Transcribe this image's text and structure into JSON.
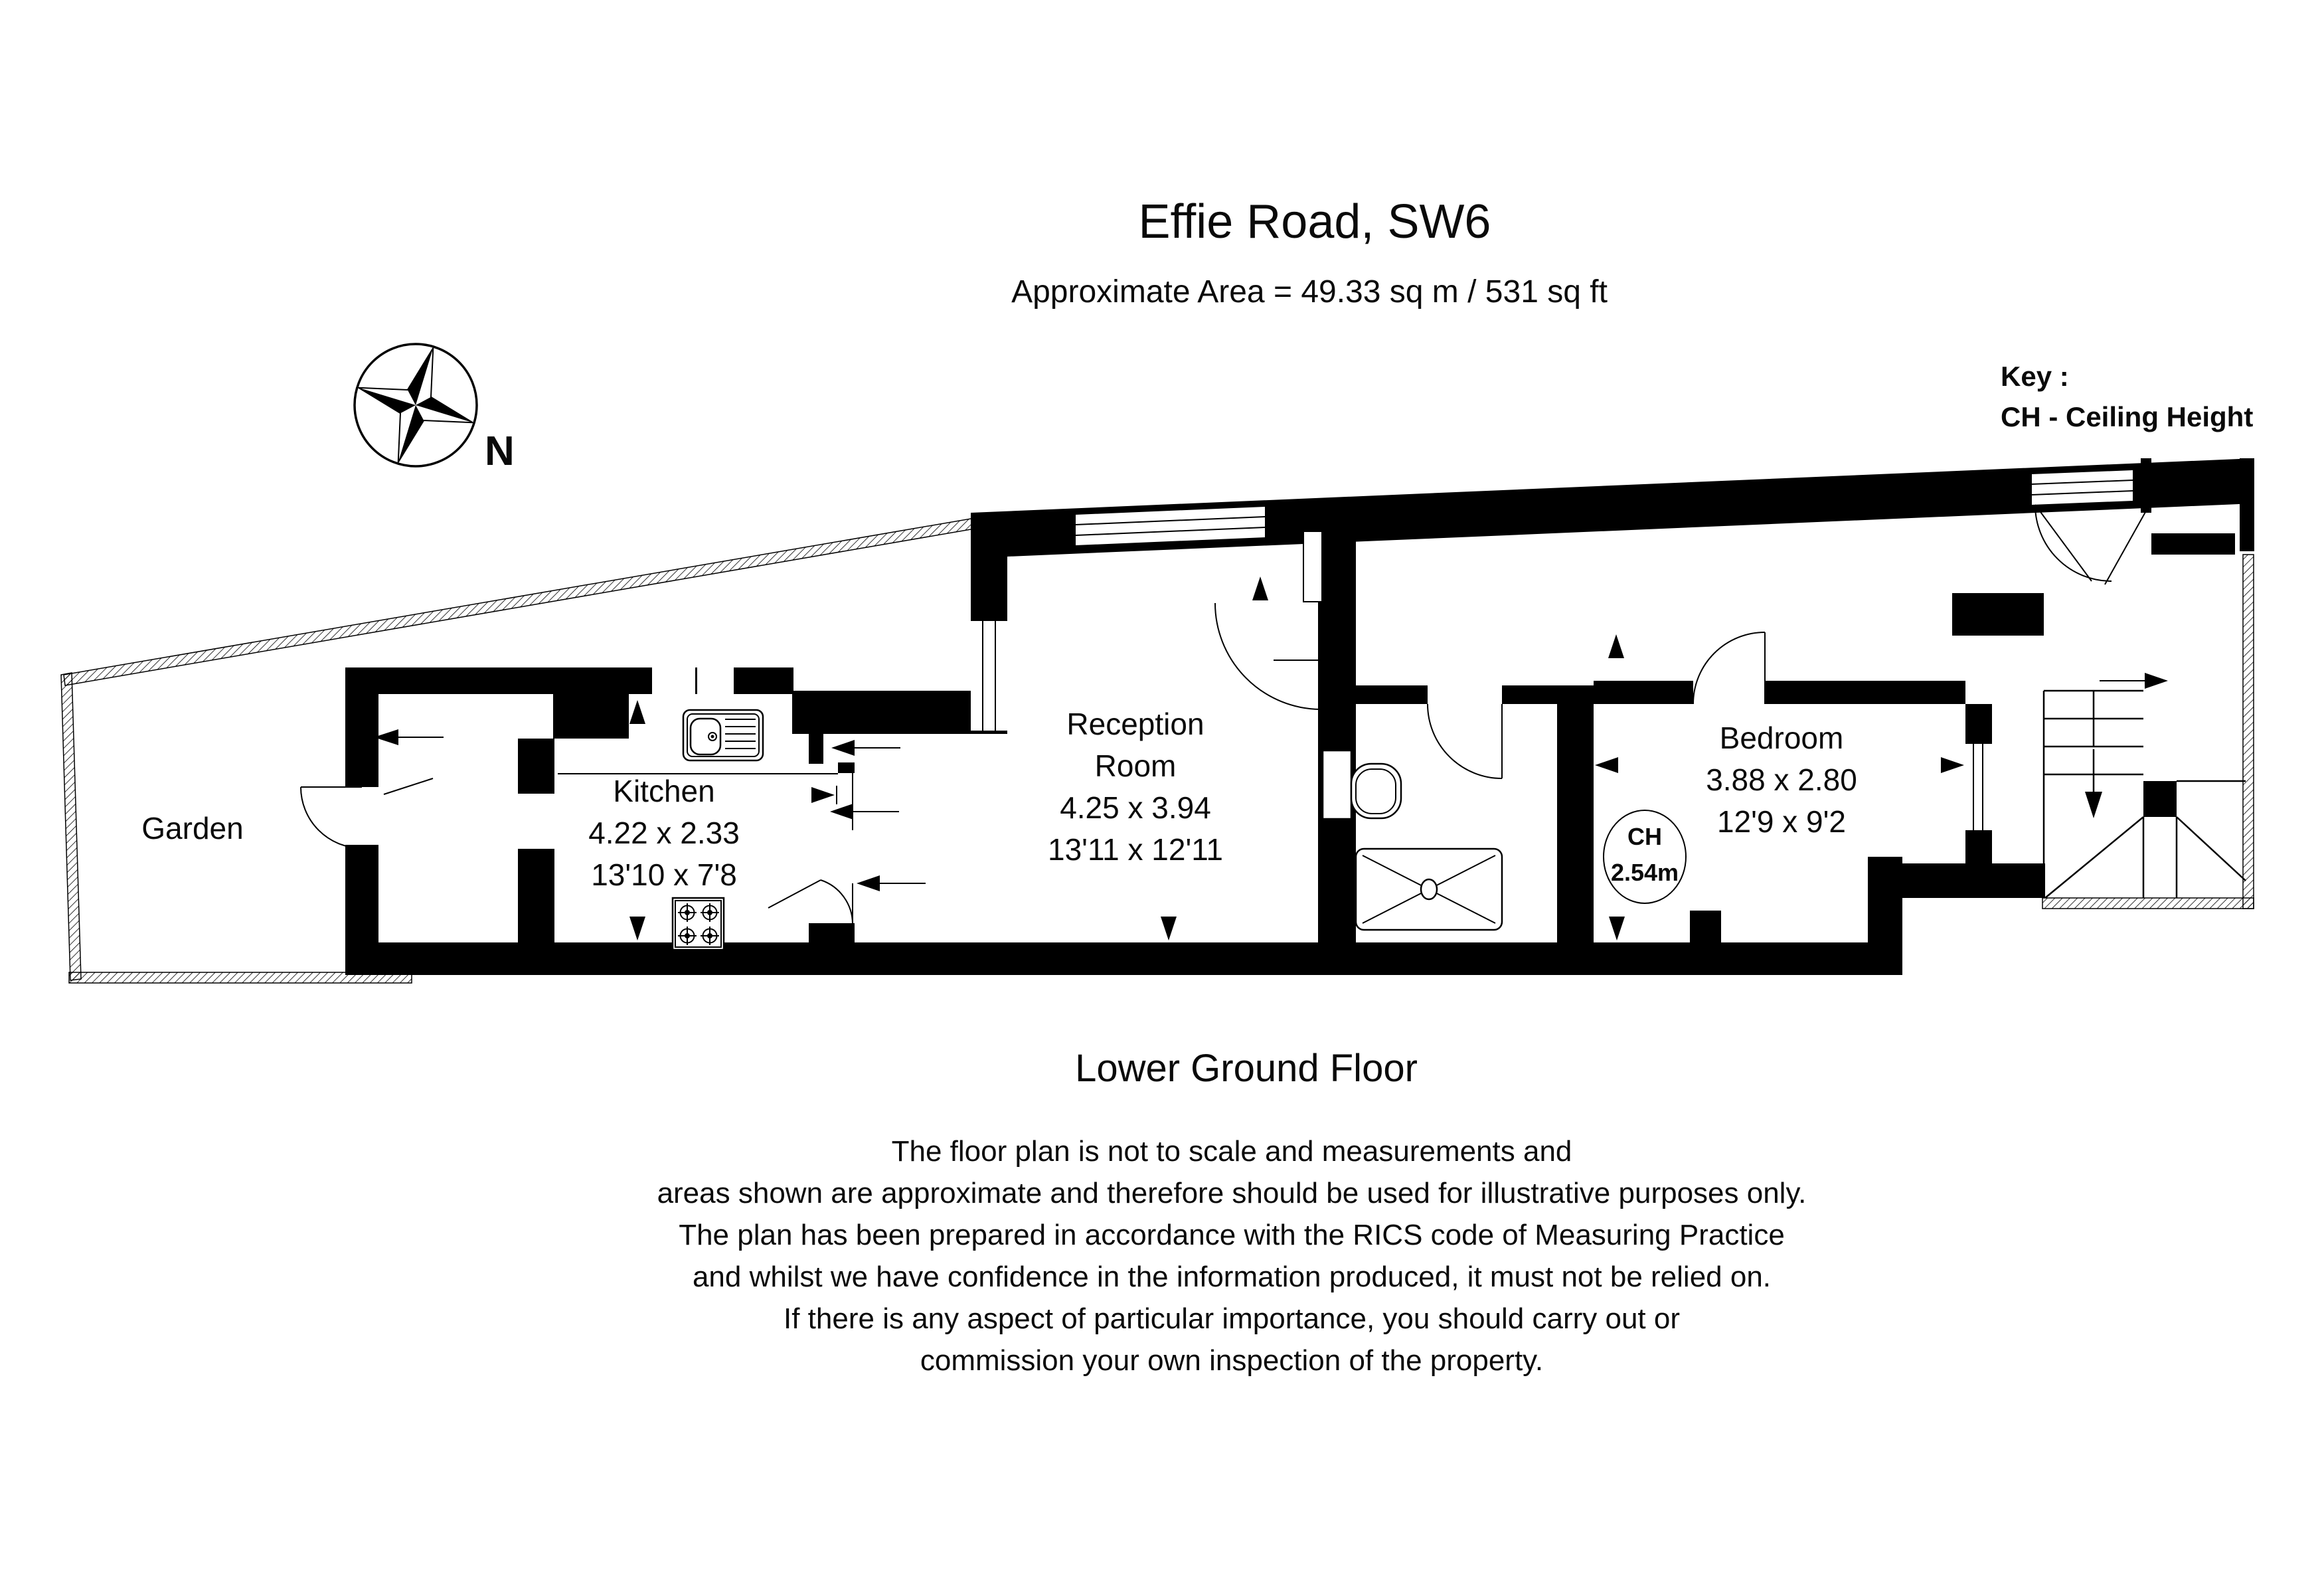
{
  "title": "Effie Road, SW6",
  "area_line": "Approximate Area =  49.33 sq m / 531 sq ft",
  "compass": {
    "north_label": "N"
  },
  "key": {
    "heading": "Key :",
    "ceiling_height": "CH - Ceiling Height"
  },
  "rooms": {
    "garden": {
      "name": "Garden"
    },
    "kitchen": {
      "name": "Kitchen",
      "metric": "4.22 x 2.33",
      "imperial": "13'10 x 7'8"
    },
    "reception": {
      "name_line_1": "Reception",
      "name_line_2": "Room",
      "metric": "4.25 x 3.94",
      "imperial": "13'11 x 12'11"
    },
    "bedroom": {
      "name": "Bedroom",
      "metric": "3.88 x 2.80",
      "imperial": "12'9 x 9'2"
    }
  },
  "ceiling_height_badge": {
    "abbr": "CH",
    "value": "2.54m"
  },
  "floor_label": "Lower Ground Floor",
  "disclaimer_lines": [
    "The floor plan is not to scale and measurements and",
    "areas shown are approximate and therefore should be used for illustrative purposes only.",
    "The plan has been prepared in accordance with the RICS code of Measuring Practice",
    "and whilst we have confidence in the information produced, it must not be relied on.",
    "If there is any aspect of particular importance, you should carry out or",
    "commission your own inspection of the property."
  ],
  "colors": {
    "ink": "#000000",
    "paper": "#ffffff"
  }
}
